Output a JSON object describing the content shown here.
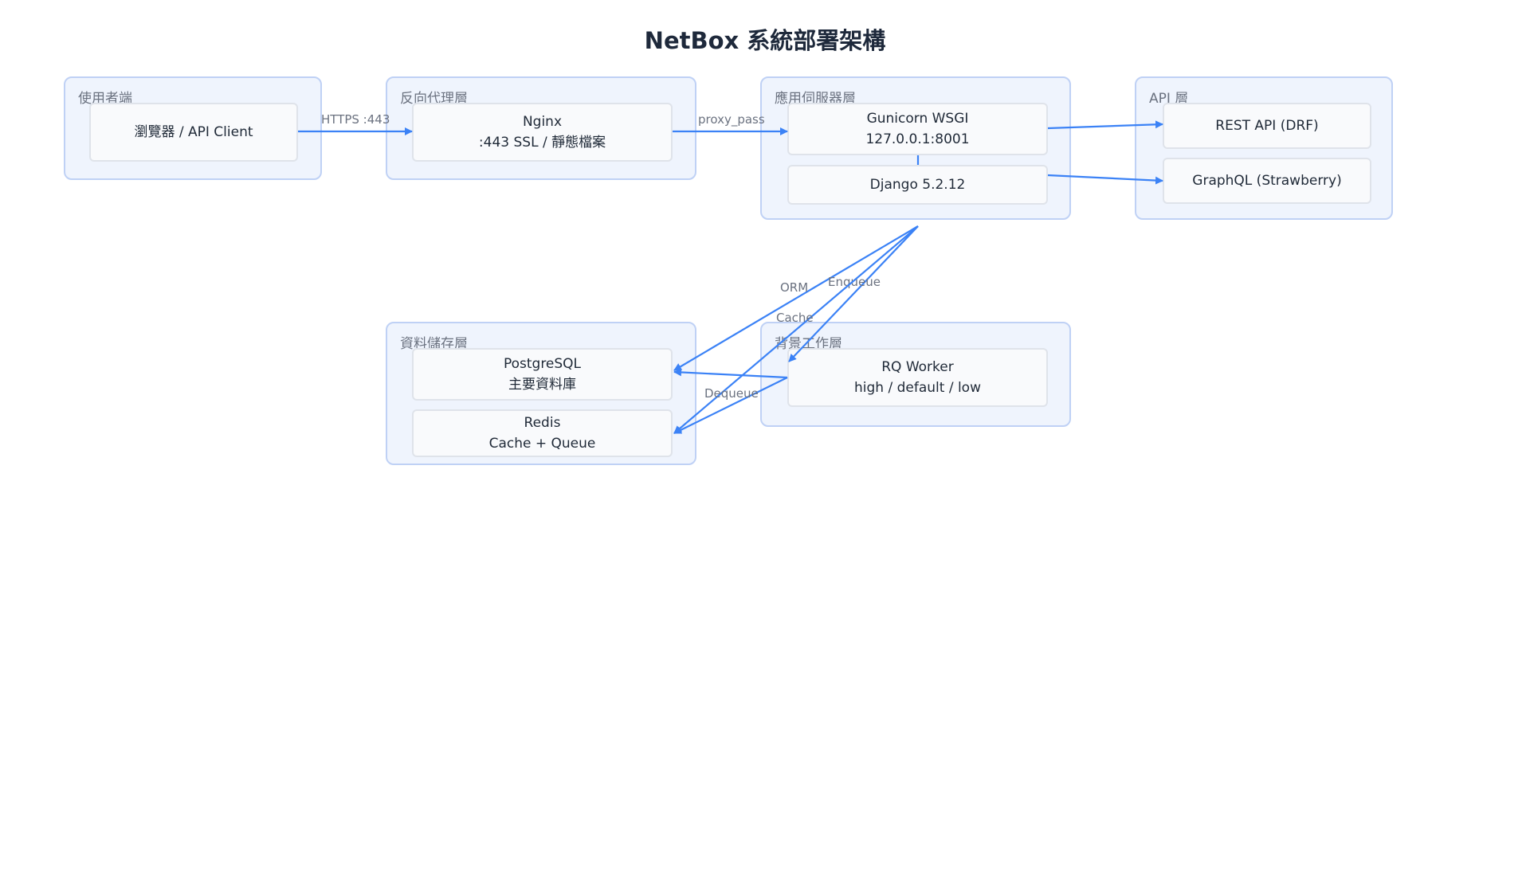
{
  "title": "NetBox 系統部署架構",
  "groups": {
    "client": "使用者端",
    "proxy": "反向代理層",
    "app": "應用伺服器層",
    "api": "API 層",
    "storage": "資料儲存層",
    "worker": "背景工作層"
  },
  "nodes": {
    "browser": {
      "line1": "瀏覽器 / API Client"
    },
    "nginx": {
      "line1": "Nginx",
      "line2": ":443 SSL / 靜態檔案"
    },
    "gunicorn": {
      "line1": "Gunicorn WSGI",
      "line2": "127.0.0.1:8001"
    },
    "django": {
      "line1": "Django 5.2.12"
    },
    "rest": {
      "line1": "REST API (DRF)"
    },
    "graphql": {
      "line1": "GraphQL (Strawberry)"
    },
    "postgres": {
      "line1": "PostgreSQL",
      "line2": "主要資料庫"
    },
    "redis": {
      "line1": "Redis",
      "line2": "Cache + Queue"
    },
    "rq": {
      "line1": "RQ Worker",
      "line2": "high / default / low"
    }
  },
  "edges": {
    "https": "HTTPS :443",
    "proxy_pass": "proxy_pass",
    "orm": "ORM",
    "enqueue": "Enqueue",
    "cache": "Cache",
    "dequeue": "Dequeue"
  },
  "colors": {
    "edge": "#3b82f6",
    "group_fill": "#eff4fd",
    "group_border": "#bfd1f5"
  }
}
